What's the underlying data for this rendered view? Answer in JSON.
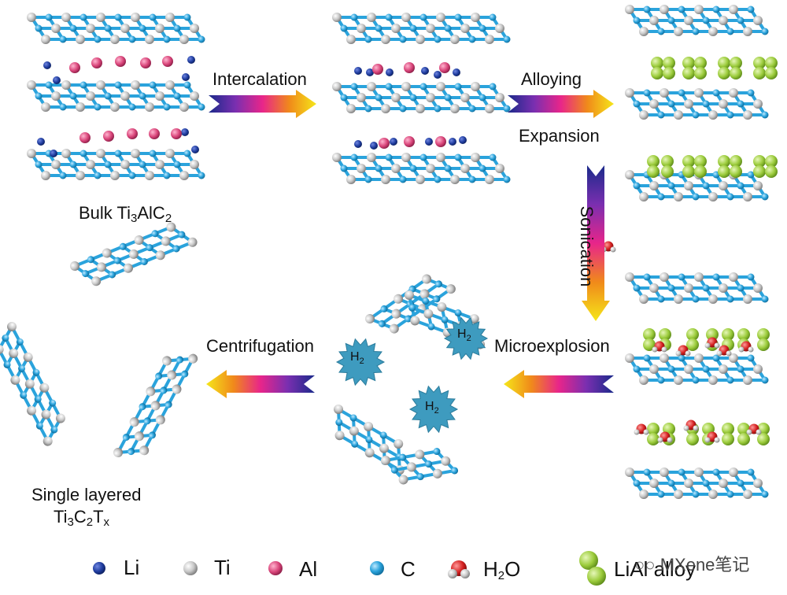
{
  "steps": {
    "bulk": [
      "Bulk Ti",
      "3",
      "AlC",
      "2"
    ],
    "intercalation": "Intercalation",
    "alloying": "Alloying",
    "expansion": "Expansion",
    "sonication": "Sonication",
    "microexplosion": "Microexplosion",
    "centrifugation": "Centrifugation",
    "single_line1": "Single layered",
    "single_line2": [
      "Ti",
      "3",
      "C",
      "2",
      "T",
      "x"
    ],
    "h2": [
      "H",
      "2"
    ]
  },
  "legend": {
    "li": "Li",
    "ti": "Ti",
    "al": "Al",
    "c": "C",
    "h2o": [
      "H",
      "2",
      "O"
    ],
    "lial": "LiAl alloy"
  },
  "watermark": "MXene笔记",
  "colors": {
    "li": "#1f3c9e",
    "ti": "#cfcfcf",
    "al": "#d9457a",
    "c": "#2aa3dc",
    "lial": "#9ccc3c",
    "h2_burst": "#3e9bbf"
  }
}
